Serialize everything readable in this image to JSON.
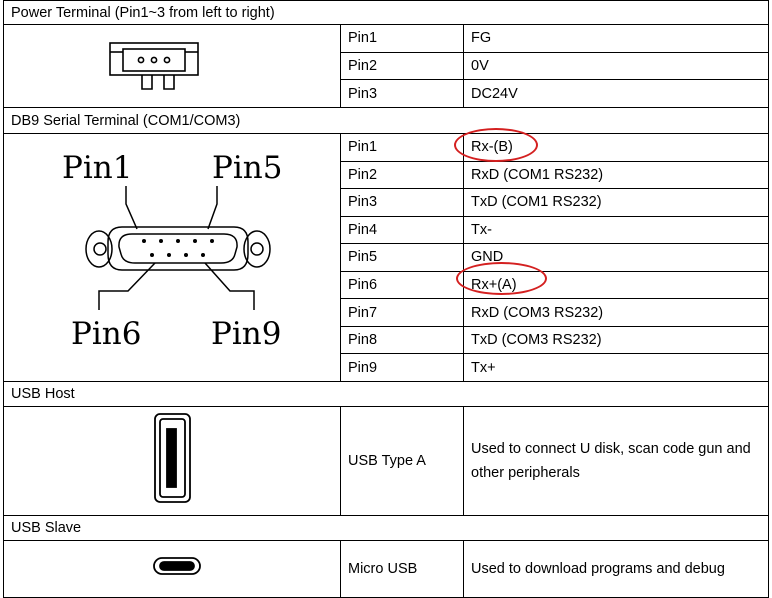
{
  "power": {
    "title": "Power Terminal (Pin1~3 from left to right)",
    "pins": [
      {
        "pin": "Pin1",
        "value": "FG"
      },
      {
        "pin": "Pin2",
        "value": "0V"
      },
      {
        "pin": "Pin3",
        "value": "DC24V"
      }
    ]
  },
  "db9": {
    "title": "DB9 Serial Terminal (COM1/COM3)",
    "diagram_labels": {
      "pin1": "Pin1",
      "pin5": "Pin5",
      "pin6": "Pin6",
      "pin9": "Pin9"
    },
    "pins": [
      {
        "pin": "Pin1",
        "value": "Rx-(B)"
      },
      {
        "pin": "Pin2",
        "value": "RxD (COM1 RS232)"
      },
      {
        "pin": "Pin3",
        "value": "TxD (COM1 RS232)"
      },
      {
        "pin": "Pin4",
        "value": "Tx-"
      },
      {
        "pin": "Pin5",
        "value": "GND"
      },
      {
        "pin": "Pin6",
        "value": "Rx+(A)"
      },
      {
        "pin": "Pin7",
        "value": "RxD (COM3 RS232)"
      },
      {
        "pin": "Pin8",
        "value": "TxD (COM3 RS232)"
      },
      {
        "pin": "Pin9",
        "value": "Tx+"
      }
    ],
    "highlight_color": "#d42020"
  },
  "usb_host": {
    "title": "USB Host",
    "type": "USB Type A",
    "description": "Used to connect U disk, scan code gun and other peripherals"
  },
  "usb_slave": {
    "title": "USB Slave",
    "type": "Micro USB",
    "description": "Used to download programs and debug"
  },
  "icons": [
    "terminal-block-icon",
    "db9-connector-icon",
    "usb-type-a-icon",
    "micro-usb-icon"
  ]
}
